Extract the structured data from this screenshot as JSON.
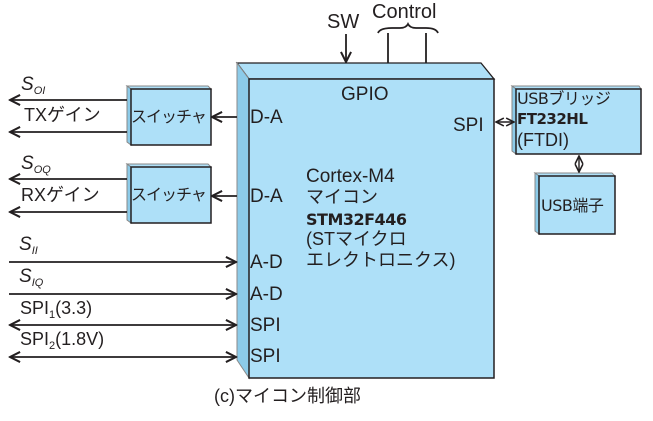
{
  "caption": "(c)マイコン制御部",
  "colors": {
    "box_fill": "#aee0f8",
    "box_side": "#8ccbe9",
    "line": "#231f20"
  },
  "top_signals": {
    "sw": "SW",
    "control": "Control"
  },
  "mcu": {
    "gpio": "GPIO",
    "core": "Cortex-M4",
    "type": "マイコン",
    "part": "STM32F446",
    "maker_line1": "(STマイクロ",
    "maker_line2": "エレクトロニクス)",
    "left_ports": [
      "D-A",
      "D-A",
      "A-D",
      "A-D",
      "SPI",
      "SPI"
    ],
    "right_port": "SPI"
  },
  "switches": [
    {
      "label": "スイッチャ",
      "signal_base": "S",
      "signal_sub": "OI",
      "gain_label": "TXゲイン"
    },
    {
      "label": "スイッチャ",
      "signal_base": "S",
      "signal_sub": "OQ",
      "gain_label": "RXゲイン"
    }
  ],
  "inputs": [
    {
      "base": "S",
      "sub": "II"
    },
    {
      "base": "S",
      "sub": "IQ"
    }
  ],
  "spi_buses": [
    {
      "base": "SPI",
      "sub": "1",
      "suffix": "(3.3)"
    },
    {
      "base": "SPI",
      "sub": "2",
      "suffix": "(1.8V)"
    }
  ],
  "usb_bridge": {
    "line1": "USBブリッジ",
    "line2": "FT232HL",
    "line3": "(FTDI)"
  },
  "usb_connector": {
    "label": "USB端子"
  }
}
